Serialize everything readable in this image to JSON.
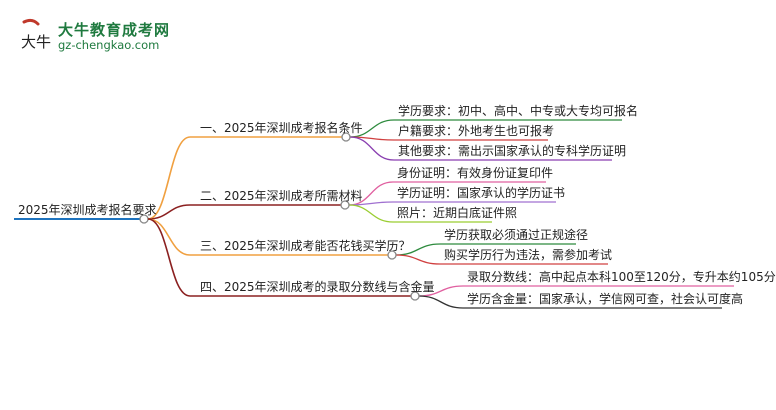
{
  "logo": {
    "title": "大牛教育成考网",
    "url": "gz-chengkao.com",
    "mark_chars": "大牛"
  },
  "root": {
    "label": "2025年深圳成考报名要求",
    "color": "#1e73be"
  },
  "branches": [
    {
      "label": "一、2025年深圳成考报名条件",
      "color": "#f0a040",
      "children": [
        {
          "label": "学历要求：初中、高中、中专或大专均可报名",
          "color": "#2e8b3e"
        },
        {
          "label": "户籍要求：外地考生也可报考",
          "color": "#d04040"
        },
        {
          "label": "其他要求：需出示国家承认的专科学历证明",
          "color": "#8a3fb0"
        }
      ]
    },
    {
      "label": "二、2025年深圳成考所需材料",
      "color": "#8b2020",
      "children": [
        {
          "label": "身份证明：有效身份证复印件",
          "color": "#e060a0"
        },
        {
          "label": "学历证明：国家承认的学历证书",
          "color": "#a070d0"
        },
        {
          "label": "照片：近期白底证件照",
          "color": "#9acd32"
        }
      ]
    },
    {
      "label": "三、2025年深圳成考能否花钱买学历？",
      "color": "#f0a040",
      "children": [
        {
          "label": "学历获取必须通过正规途径",
          "color": "#2e8b3e"
        },
        {
          "label": "购买学历行为违法，需参加考试",
          "color": "#d04040"
        }
      ]
    },
    {
      "label": "四、2025年深圳成考的录取分数线与含金量",
      "color": "#8b2020",
      "children": [
        {
          "label": "录取分数线：高中起点本科100至120分，专升本约105分",
          "color": "#e060a0"
        },
        {
          "label": "学历含金量：国家承认，学信网可查，社会认可度高",
          "color": "#333333"
        }
      ]
    }
  ]
}
